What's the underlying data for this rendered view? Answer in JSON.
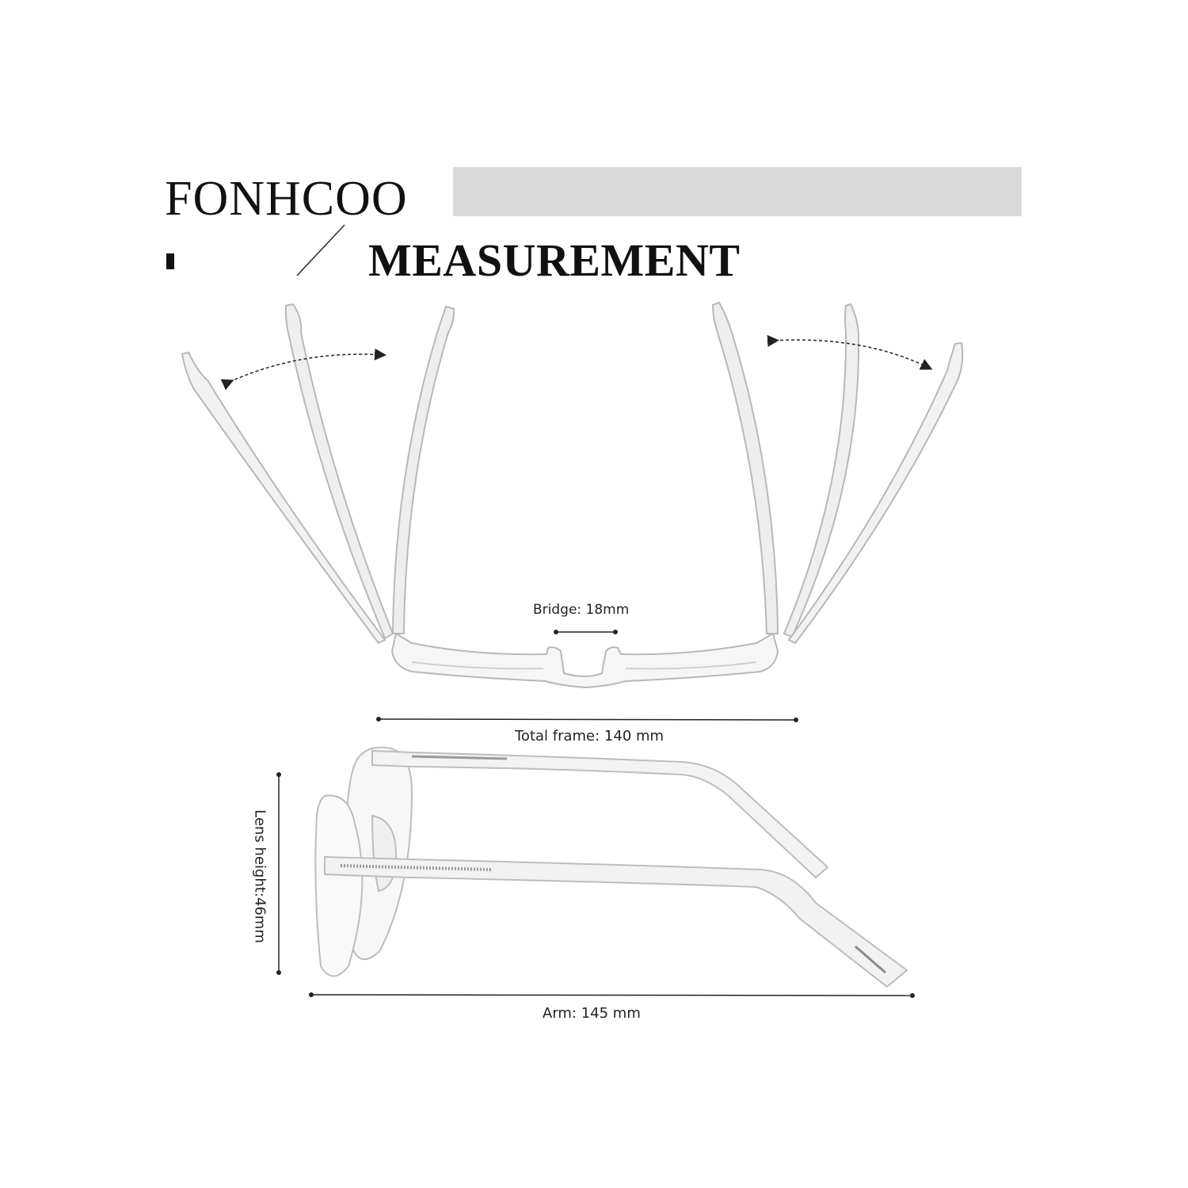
{
  "brand": {
    "name": "FONHCOO"
  },
  "heading": {
    "title": "MEASUREMENT"
  },
  "dimensions": {
    "bridge": "Bridge: 18mm",
    "total_frame": "Total frame: 140 mm",
    "arm": "Arm: 145 mm",
    "lens_height": "Lens height:46mm"
  },
  "colors": {
    "text": "#111111",
    "banner_bar": "#d9d9d9",
    "frame_outline": "#bdbdbd"
  },
  "icons": [
    "slash-divider",
    "double-arrow-icon",
    "glasses-front-illustration",
    "glasses-side-illustration"
  ]
}
